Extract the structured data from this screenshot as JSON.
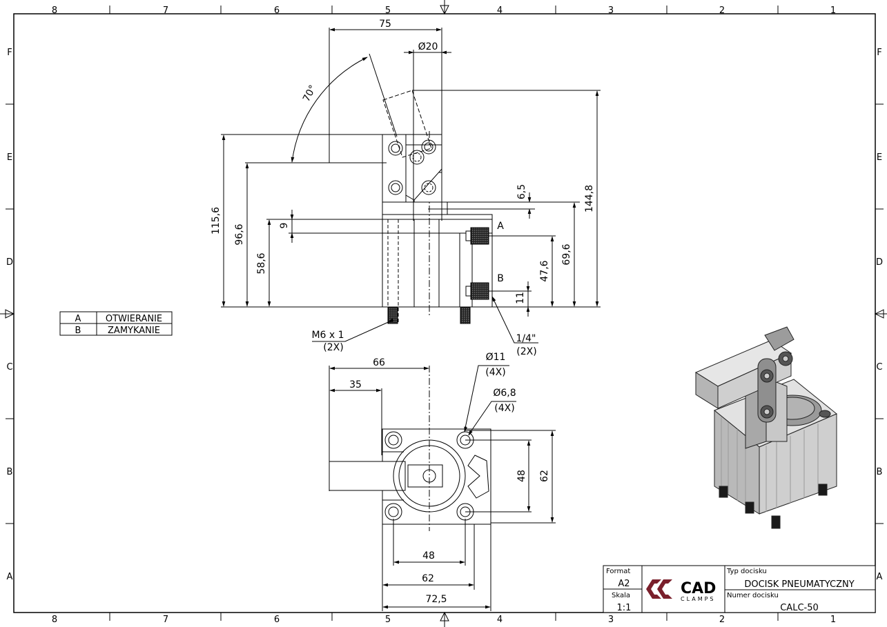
{
  "frame": {
    "top_numbers": [
      "8",
      "7",
      "6",
      "5",
      "4",
      "3",
      "2",
      "1"
    ],
    "bottom_numbers": [
      "8",
      "7",
      "6",
      "5",
      "4",
      "3",
      "2",
      "1"
    ],
    "left_letters": [
      "F",
      "E",
      "D",
      "C",
      "B",
      "A"
    ],
    "right_letters": [
      "F",
      "E",
      "D",
      "C",
      "B",
      "A"
    ]
  },
  "port_table": [
    {
      "port": "A",
      "desc": "OTWIERANIE"
    },
    {
      "port": "B",
      "desc": "ZAMYKANIE"
    }
  ],
  "front_view": {
    "dim_75": "75",
    "dim_d20": "Ø20",
    "dim_angle": "70°",
    "dim_115_6": "115,6",
    "dim_96_6": "96,6",
    "dim_58_6": "58,6",
    "dim_9": "9",
    "dim_6_5": "6,5",
    "dim_144_8": "144,8",
    "dim_69_6": "69,6",
    "dim_47_6": "47,6",
    "dim_11": "11",
    "port_a": "A",
    "port_b": "B",
    "thread_m6": "M6 x 1",
    "thread_m6_qty": "(2X)",
    "thread_14": "1/4\"",
    "thread_14_qty": "(2X)"
  },
  "top_view": {
    "dim_66": "66",
    "dim_35": "35",
    "dim_d11": "Ø11",
    "dim_d11_qty": "(4X)",
    "dim_d6_8": "Ø6,8",
    "dim_d6_8_qty": "(4X)",
    "dim_48_v": "48",
    "dim_62_v": "62",
    "dim_48_h": "48",
    "dim_62_h": "62",
    "dim_72_5": "72,5"
  },
  "title_block": {
    "format_label": "Format",
    "format_value": "A2",
    "scale_label": "Skala",
    "scale_value": "1:1",
    "logo_text": "CAD",
    "logo_sub": "CLAMPS",
    "type_label": "Typ docisku",
    "type_value": "DOCISK PNEUMATYCZNY",
    "number_label": "Numer docisku",
    "number_value": "CALC-50"
  },
  "colors": {
    "logo": "#7a1f2b",
    "line": "#000000",
    "metal_light": "#d4d4d4",
    "metal_dark": "#8a8a8a"
  }
}
